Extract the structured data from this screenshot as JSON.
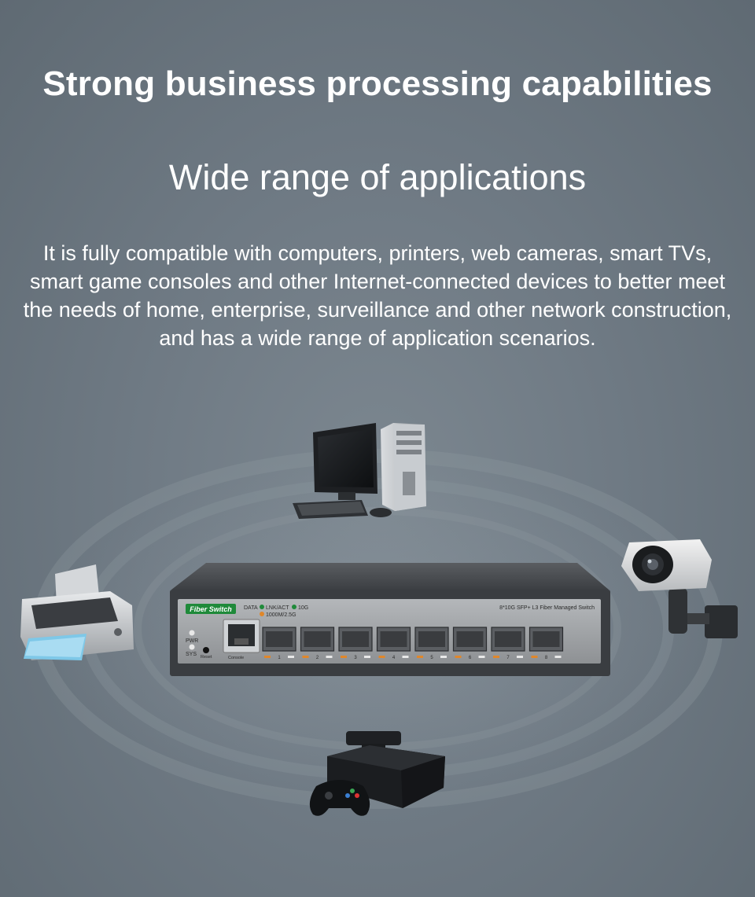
{
  "headline": "Strong business processing capabilities",
  "subhead": "Wide range of applications",
  "paragraph": "It is fully compatible with computers, printers, web cameras, smart TVs, smart game consoles and other Internet-connected devices to better meet the needs of home, enterprise, surveillance and other network construction, and has a wide range of application scenarios.",
  "switch": {
    "brand": "Fiber Switch",
    "legend_data": "DATA",
    "legend_lnk": "LNK/ACT",
    "legend_10g": "10G",
    "legend_1000": "1000M/2.5G",
    "model": "8*10G SFP+ L3 Fiber Managed Switch",
    "pwr": "PWR",
    "sys": "SYS",
    "reset": "Reset",
    "console": "Console",
    "ports": [
      "1",
      "2",
      "3",
      "4",
      "5",
      "6",
      "7",
      "8"
    ]
  },
  "colors": {
    "background": "#6f7a84",
    "brand_green": "#1f8a3a",
    "text": "#ffffff"
  },
  "icons": [
    "desktop-computer-icon",
    "printer-icon",
    "security-camera-icon",
    "game-console-icon"
  ]
}
